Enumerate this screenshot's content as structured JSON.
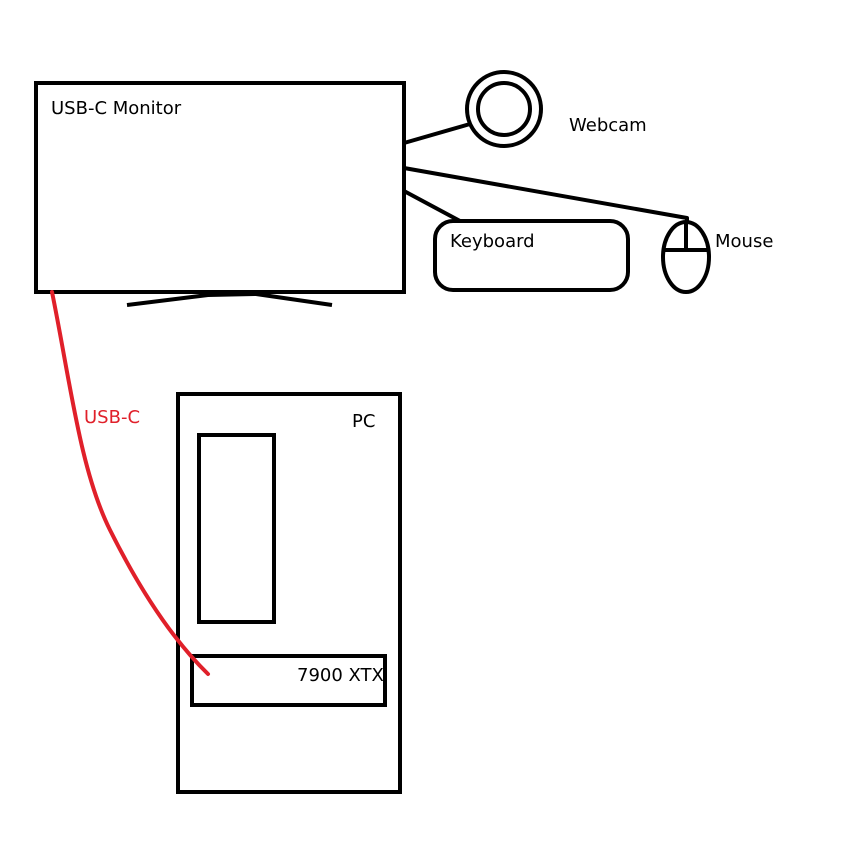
{
  "labels": {
    "monitor": "USB-C Monitor",
    "webcam": "Webcam",
    "keyboard": "Keyboard",
    "mouse": "Mouse",
    "cable": "USB-C",
    "pc": "PC",
    "gpu": "7900 XTX"
  },
  "colors": {
    "outline": "#000000",
    "cable": "#e0202a",
    "background": "#ffffff"
  }
}
